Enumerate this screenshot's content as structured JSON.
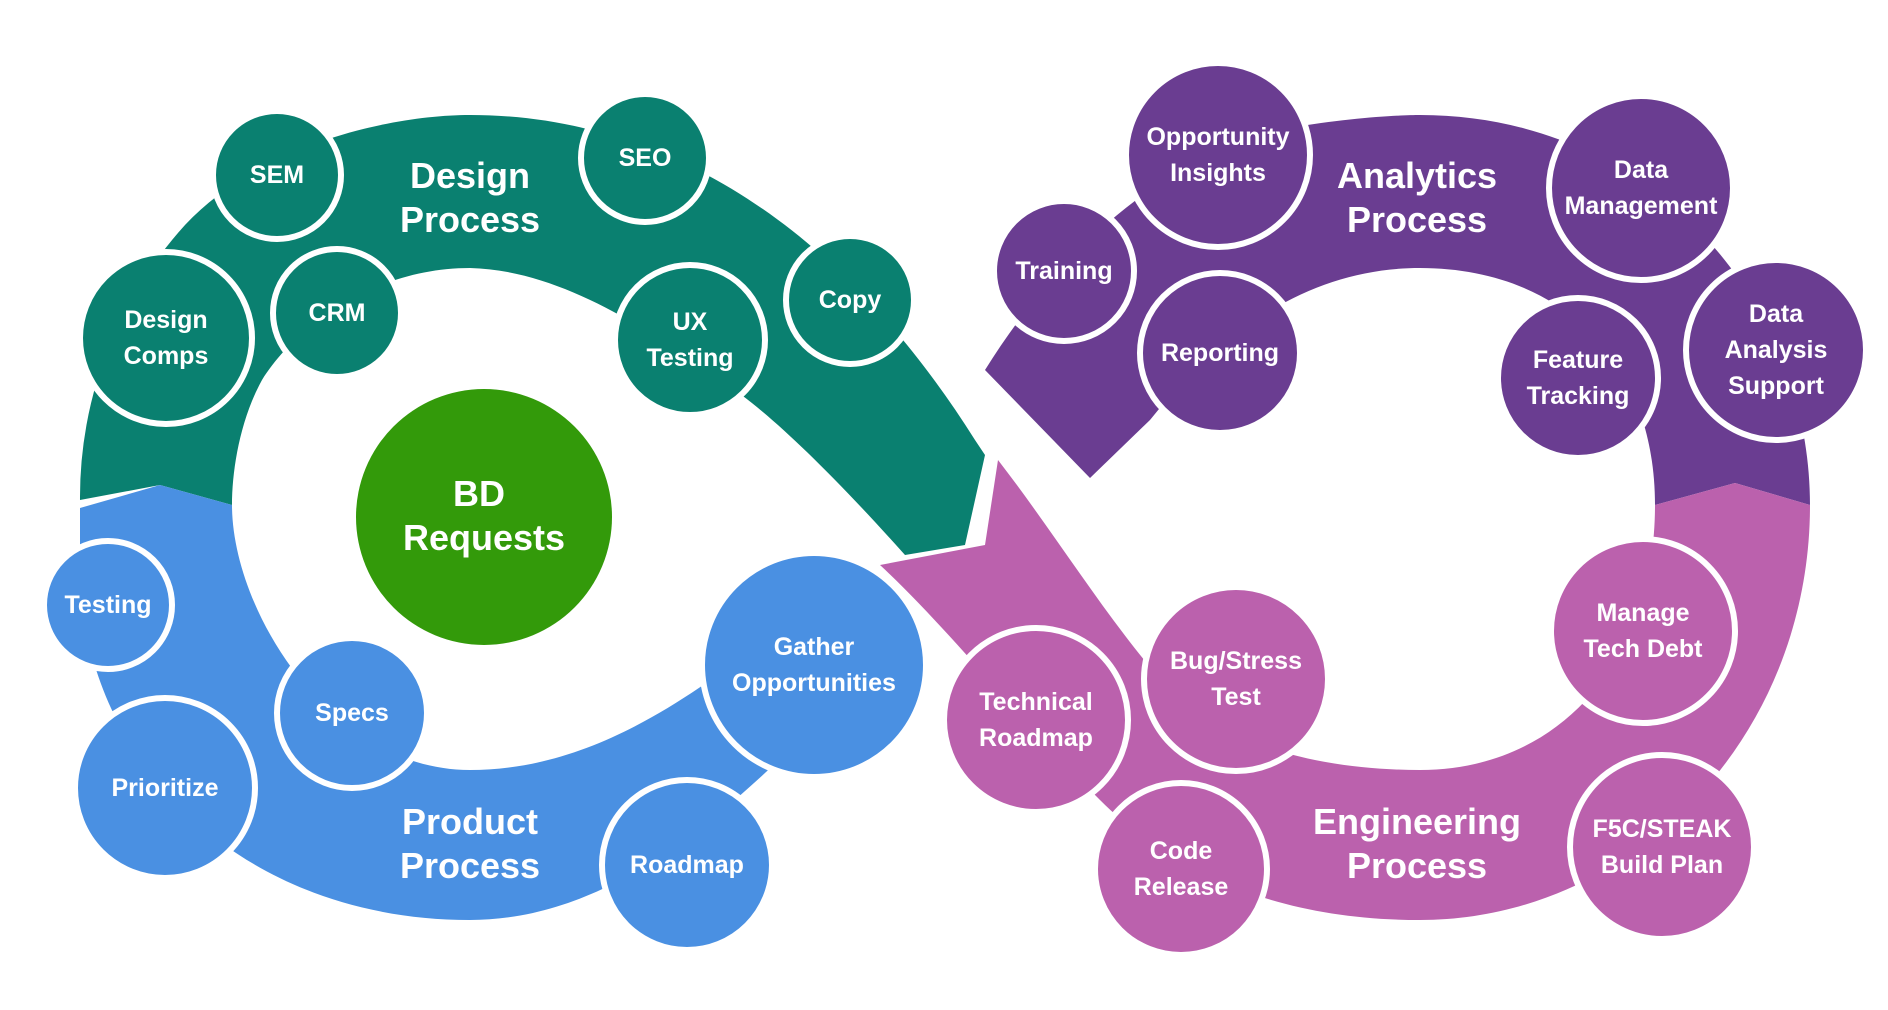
{
  "colors": {
    "design": "#0a8070",
    "product": "#4a90e2",
    "analytics": "#6a3d91",
    "engineering": "#bb61ad",
    "center": "#339a0a",
    "outline": "#ffffff"
  },
  "center": {
    "lines": [
      "BD",
      "Requests"
    ]
  },
  "design": {
    "title": [
      "Design",
      "Process"
    ],
    "nodes": {
      "sem": [
        "SEM"
      ],
      "seo": [
        "SEO"
      ],
      "crm": [
        "CRM"
      ],
      "design_comps": [
        "Design",
        "Comps"
      ],
      "ux_testing": [
        "UX",
        "Testing"
      ],
      "copy": [
        "Copy"
      ]
    }
  },
  "product": {
    "title": [
      "Product",
      "Process"
    ],
    "nodes": {
      "testing": [
        "Testing"
      ],
      "specs": [
        "Specs"
      ],
      "prioritize": [
        "Prioritize"
      ],
      "gather_opportunities": [
        "Gather",
        "Opportunities"
      ],
      "roadmap": [
        "Roadmap"
      ]
    }
  },
  "analytics": {
    "title": [
      "Analytics",
      "Process"
    ],
    "nodes": {
      "opportunity_insights": [
        "Opportunity",
        "Insights"
      ],
      "data_management": [
        "Data",
        "Management"
      ],
      "training": [
        "Training"
      ],
      "reporting": [
        "Reporting"
      ],
      "feature_tracking": [
        "Feature",
        "Tracking"
      ],
      "data_analysis_support": [
        "Data",
        "Analysis",
        "Support"
      ]
    }
  },
  "engineering": {
    "title": [
      "Engineering",
      "Process"
    ],
    "nodes": {
      "technical_roadmap": [
        "Technical",
        "Roadmap"
      ],
      "bug_stress_test": [
        "Bug/Stress",
        "Test"
      ],
      "manage_tech_debt": [
        "Manage",
        "Tech Debt"
      ],
      "code_release": [
        "Code",
        "Release"
      ],
      "f5c_steak_build_plan": [
        "F5C/STEAK",
        "Build Plan"
      ]
    }
  }
}
